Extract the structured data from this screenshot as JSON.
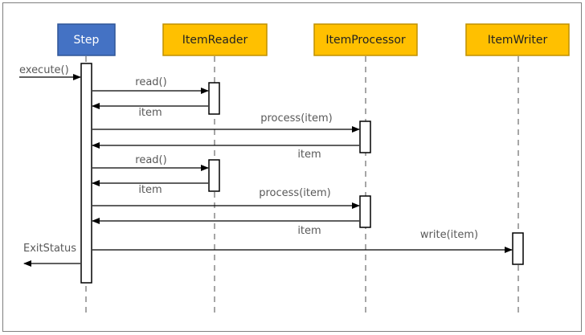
{
  "colors": {
    "step_fill": "#4472C4",
    "component_fill": "#FFC000",
    "lifeline": "#A6A6A6",
    "arrow": "#000000",
    "label_text": "#595959",
    "frame": "#7F7F7F"
  },
  "participants": [
    {
      "id": "step",
      "label": "Step"
    },
    {
      "id": "reader",
      "label": "ItemReader"
    },
    {
      "id": "processor",
      "label": "ItemProcessor"
    },
    {
      "id": "writer",
      "label": "ItemWriter"
    }
  ],
  "messages": [
    {
      "from": "external",
      "to": "step",
      "label": "execute()"
    },
    {
      "from": "step",
      "to": "reader",
      "label": "read()"
    },
    {
      "from": "reader",
      "to": "step",
      "label": "item"
    },
    {
      "from": "step",
      "to": "processor",
      "label": "process(item)"
    },
    {
      "from": "processor",
      "to": "step",
      "label": "item"
    },
    {
      "from": "step",
      "to": "reader",
      "label": "read()"
    },
    {
      "from": "reader",
      "to": "step",
      "label": "item"
    },
    {
      "from": "step",
      "to": "processor",
      "label": "process(item)"
    },
    {
      "from": "processor",
      "to": "step",
      "label": "item"
    },
    {
      "from": "step",
      "to": "writer",
      "label": "write(item)"
    },
    {
      "from": "step",
      "to": "external",
      "label": "ExitStatus"
    }
  ]
}
